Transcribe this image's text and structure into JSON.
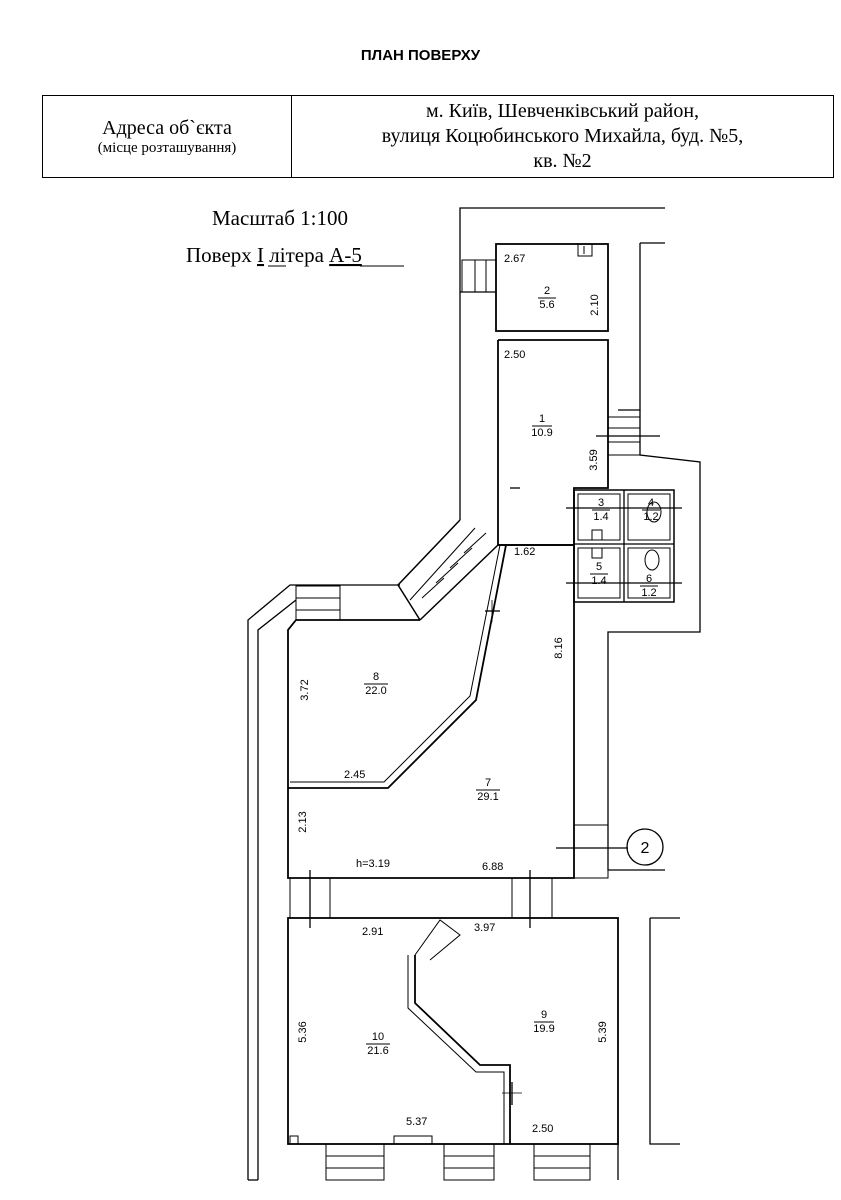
{
  "title": "ПЛАН ПОВЕРХУ",
  "address": {
    "label": "Адреса об`єкта",
    "sublabel": "(місце розташування)",
    "line1": "м. Київ, Шевченківський район,",
    "line2": "вулиця Коцюбинського Михайла, буд. №5,",
    "line3": "кв. №2"
  },
  "scale": "Масштаб 1:100",
  "floor": {
    "prefix": "Поверх",
    "number": "I",
    "mid": "літера",
    "letter": "А-5"
  },
  "rooms": [
    {
      "num": "1",
      "area": "10.9"
    },
    {
      "num": "2",
      "area": "5.6"
    },
    {
      "num": "3",
      "area": "1.4"
    },
    {
      "num": "4",
      "area": "1.2"
    },
    {
      "num": "5",
      "area": "1.4"
    },
    {
      "num": "6",
      "area": "1.2"
    },
    {
      "num": "7",
      "area": "29.1"
    },
    {
      "num": "8",
      "area": "22.0"
    },
    {
      "num": "9",
      "area": "19.9"
    },
    {
      "num": "10",
      "area": "21.6"
    }
  ],
  "dimensions": {
    "r2_width": "2.67",
    "r2_depth": "2.10",
    "r1_width": "2.50",
    "r1_depth": "3.59",
    "r7_top": "1.62",
    "r7_right": "8.16",
    "r8_left": "3.72",
    "r8_bottom": "2.45",
    "r7_left": "2.13",
    "height": "h=3.19",
    "r7_bottom": "6.88",
    "r10_top": "2.91",
    "r9_top": "3.97",
    "r10_left": "5.36",
    "r9_right": "5.39",
    "r10_bottom": "5.37",
    "r9_bottom": "2.50"
  },
  "axis_marker": "2"
}
